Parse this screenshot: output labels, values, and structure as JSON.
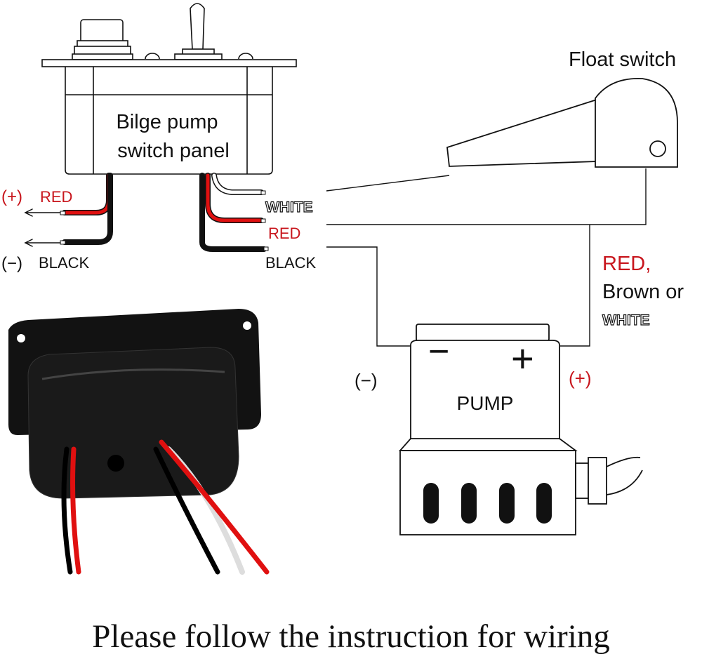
{
  "panel": {
    "title_line1": "Bilge pump",
    "title_line2": "switch panel"
  },
  "left_wires": {
    "positive_sign": "(+)",
    "positive_color": "RED",
    "negative_sign": "(−)",
    "negative_color": "BLACK"
  },
  "right_wires": {
    "white": "WHITE",
    "red": "RED",
    "black": "BLACK"
  },
  "float_switch": {
    "label": "Float switch"
  },
  "float_wire": {
    "line1": "RED,",
    "line2": "Brown or",
    "line3": "WHITE"
  },
  "pump": {
    "label": "PUMP",
    "minus_symbol": "−",
    "plus_symbol": "+",
    "negative_terminal": "(−)",
    "positive_terminal": "(+)"
  },
  "caption": "Please follow the instruction for wiring",
  "colors": {
    "red": "#c8161d",
    "wire_red": "#e01010",
    "black": "#111111"
  }
}
